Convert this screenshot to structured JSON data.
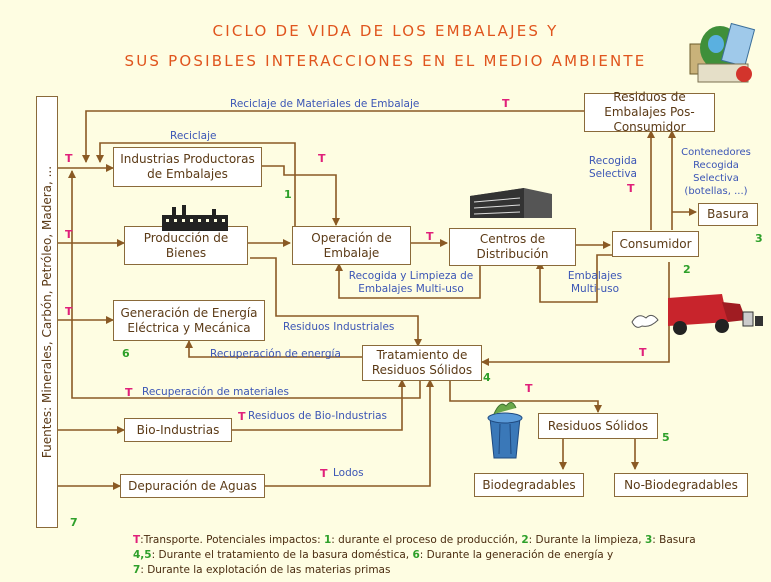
{
  "title": {
    "line1": "CICLO DE VIDA DE LOS EMBALAJES    Y",
    "line2": "SUS POSIBLES INTERACCIONES EN EL MEDIO AMBIENTE"
  },
  "fuentes": "Fuentes: Minerales, Carbón, Petróleo, Madera, ...",
  "boxes": {
    "industrias": "Industrias Productoras de Embalajes",
    "produccion": "Producción de Bienes",
    "operacion": "Operación de Embalaje",
    "centros": "Centros de Distribución",
    "consumidor": "Consumidor",
    "residuos_pos": "Residuos de Embalajes Pos-Consumidor",
    "basura": "Basura",
    "generacion": "Generación de Energía Eléctrica y Mecánica",
    "tratamiento": "Tratamiento de Residuos Sólidos",
    "bio": "Bio-Industrias",
    "depuracion": "Depuración de Aguas",
    "residuos_solidos": "Residuos Sólidos",
    "biodegradables": "Biodegradables",
    "no_biodegradables": "No-Biodegradables"
  },
  "labels": {
    "reciclaje_materiales": "Reciclaje de Materiales de Embalaje",
    "reciclaje": "Reciclaje",
    "recogida_selectiva": "Recogida Selectiva",
    "contenedores": "Contenedores Recogida Selectiva (botellas, ...)",
    "recogida_limpieza": "Recogida y Limpieza de Embalajes Multi-uso",
    "embalajes_multiuso": "Embalajes Multi-uso",
    "residuos_industriales": "Residuos Industriales",
    "recuperacion_energia": "Recuperación de energía",
    "recuperacion_materiales": "Recuperación de materiales",
    "residuos_bio": "Residuos de Bio-Industrias",
    "lodos": "Lodos"
  },
  "t": "T",
  "numbers": {
    "n1": "1",
    "n2": "2",
    "n3": "3",
    "n4": "4",
    "n5": "5",
    "n6": "6",
    "n7": "7"
  },
  "legend": {
    "l1_t": "T",
    "l1_a": ":Transporte. Potenciales impactos: ",
    "l1_n1": "1",
    "l1_b": ": durante el proceso de producción, ",
    "l1_n2": "2",
    "l1_c": ": Durante la limpieza, ",
    "l1_n3": "3",
    "l1_d": ": Basura",
    "l2_n": "4,5",
    "l2_a": ": Durante el tratamiento de la basura doméstica, ",
    "l2_n6": "6",
    "l2_b": ": Durante la generación de energía y",
    "l3_n": "7",
    "l3_a": ": Durante la explotación de las materias primas"
  },
  "colors": {
    "background": "#fefde2",
    "arrow": "#8a5a24",
    "title": "#e0551e",
    "label": "#3b55b5",
    "t_marker": "#e0207a",
    "number": "#2ea02a"
  }
}
